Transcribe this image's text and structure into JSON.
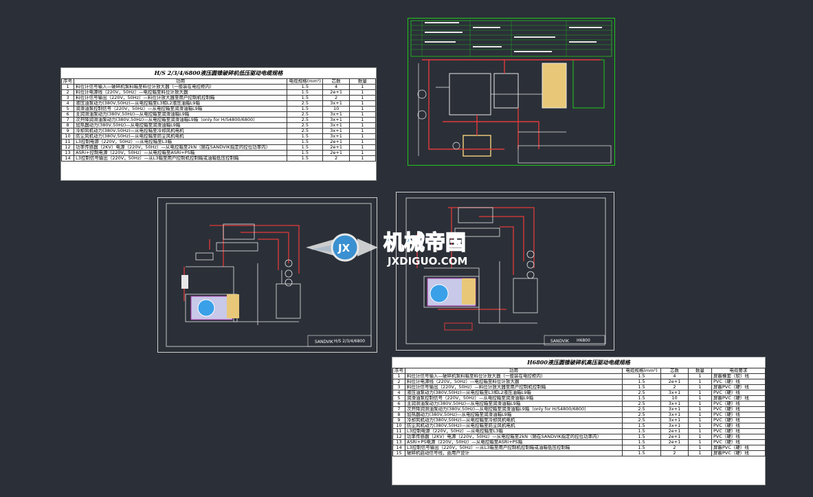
{
  "table_low": {
    "title": "H/S 2/3/4/6800液压圆锥破碎机低压驱动电缆规格",
    "headers": [
      "序号",
      "功用",
      "电缆规格(mm²)",
      "芯数",
      "数量"
    ],
    "rows": [
      [
        "1",
        "料位计信号输入—破碎机泵料箱至料位计放大器（一般装在电控柜内）",
        "1.5",
        "4",
        "1"
      ],
      [
        "2",
        "料位计电源线（220V，50Hz）—电控箱至料位计放大器",
        "1.5",
        "2e+1",
        "1"
      ],
      [
        "3",
        "料位计信号输出（220V，50Hz）—料位计放大器至用户控制机控制箱",
        "1.5",
        "2",
        "1"
      ],
      [
        "4",
        "液压油泵动力(380V,50Hz)—从电控箱至L3和L2液压油箱L9箱",
        "2.5",
        "3x+1",
        "1"
      ],
      [
        "5",
        "润滑油泵控制信号（220V，50Hz）—从电控箱至润滑油箱L9箱",
        "1.5",
        "10",
        "1"
      ],
      [
        "6",
        "主润滑油泵动力(380V,50Hz)—从电控箱至润滑油箱L9箱",
        "2.5",
        "3x+1",
        "1"
      ],
      [
        "7",
        "次开降润滑油泵动力(380V,50Hz)—从电控箱至润滑油箱L9箱（only for H/S4800/6800）",
        "2.5",
        "3x+1",
        "1"
      ],
      [
        "8",
        "加热器动力(380V,50Hz)—从电控箱至润滑油箱L9箱",
        "2.5",
        "3x+1",
        "1"
      ],
      [
        "9",
        "冷却风机动力(380V,50Hz)—从电控箱至冷却风机电机",
        "2.5",
        "3x+1",
        "1"
      ],
      [
        "10",
        "防尘风机动力(380V,50Hz)—从电控箱至防尘风机电机",
        "1.5",
        "3x+1",
        "1"
      ],
      [
        "11",
        "L3控制电源（220V，50Hz）—从电控箱至L3箱",
        "1.5",
        "2e+1",
        "1"
      ],
      [
        "12",
        "功率传感器（2KV）电源（220V，50Hz）—从电控箱至2kN（随在SANDVIK指定的控位功率内）",
        "1.5",
        "2e+1",
        "1"
      ],
      [
        "13",
        "ASRi+控制电源（220V，50Hz）—从电控箱至ASRi+PS箱",
        "1.5",
        "2e+1",
        "1"
      ],
      [
        "14",
        "L3控制信号输出（220V，50Hz）—从L3箱至用户控制机控制箱或油箱低压控制箱",
        "1.5",
        "2",
        "1"
      ]
    ]
  },
  "table_high": {
    "title": "H6800液压圆锥破碎机高压驱动电缆规格",
    "headers": [
      "序号",
      "功用",
      "电缆规格(mm²)",
      "芯数",
      "数量",
      "电缆要求"
    ],
    "rows": [
      [
        "1",
        "料位计信号输入—破碎机泵料箱至料位计放大器（一般装在电控柜内）",
        "1.5",
        "4",
        "1",
        "屏蔽橡套（软）线"
      ],
      [
        "2",
        "料位计电源线（220V，50Hz）—电控箱至料位计放大器",
        "1.5",
        "2e+1",
        "1",
        "PVC（硬）线"
      ],
      [
        "3",
        "料位计信号输出（220V，50Hz）—料位计放大器至用户控制机控制箱",
        "1.5",
        "2",
        "1",
        "屏蔽PVC（硬）线"
      ],
      [
        "4",
        "液压油泵动力(380V,50Hz)—从电控箱至L3和L2液压油箱L9箱",
        "2.5",
        "3x+1",
        "1",
        "PVC（硬）线"
      ],
      [
        "5",
        "润滑油泵控制信号（220V，50Hz）—从电控箱至润滑油箱L9箱",
        "1.5",
        "10",
        "1",
        "屏蔽PVC（硬）线"
      ],
      [
        "6",
        "主润滑油泵动力(380V,50Hz)—从电控箱至润滑油箱L9箱",
        "2.5",
        "3x+1",
        "1",
        "PVC（硬）线"
      ],
      [
        "7",
        "次开降润滑油泵动力(380V,50Hz)—从电控箱至润滑油箱L9箱（only for H/S4800/6800）",
        "2.5",
        "3x+1",
        "1",
        "PVC（硬）线"
      ],
      [
        "8",
        "加热器动力(380V,50Hz)—从电控箱至润滑油箱L9箱",
        "2.5",
        "3x+1",
        "1",
        "PVC（硬）线"
      ],
      [
        "9",
        "冷却风机动力(380V,50Hz)—从电控箱至冷却风机电机",
        "2.5",
        "3x+1",
        "1",
        "PVC（硬）线"
      ],
      [
        "10",
        "防尘风机动力(380V,50Hz)—从电控箱至防尘风机电机",
        "1.5",
        "3x+1",
        "1",
        "PVC（硬）线"
      ],
      [
        "11",
        "L3控制电源（220V，50Hz）—从电控箱至L3箱",
        "1.5",
        "2e+1",
        "1",
        "PVC（硬）线"
      ],
      [
        "12",
        "功率传感器（2KV）电源（220V，50Hz）—从电控箱至2kN（随在SANDVIK指定的控位功率内）",
        "1.5",
        "2e+1",
        "1",
        "PVC（硬）线"
      ],
      [
        "13",
        "ASRi+PS电源（220V，50Hz）—从电控箱至ASRi+PS箱",
        "1.5",
        "2e+1",
        "1",
        "PVC（硬）线"
      ],
      [
        "14",
        "L3控制信号输出（220V，50Hz）—从L3箱至用户控制机控制箱或油箱低压控制箱",
        "1.5",
        "2",
        "1",
        "屏蔽PVC（硬）线"
      ],
      [
        "15",
        "破碎机启动信号线，由用户设计",
        "1.5",
        "2",
        "1",
        "屏蔽PVC（硬）线"
      ]
    ]
  },
  "diagram_left": {
    "title_block": "H/S 2/3/4/6800",
    "brand": "SANDVIK"
  },
  "diagram_right": {
    "title_block": "H6800",
    "brand": "SANDVIK"
  },
  "watermark": {
    "cn": "机械帝国",
    "url": "JXDIGUO.COM",
    "badge": "JX"
  },
  "colors": {
    "background": "#2b3038",
    "wire_red": "#e23a3a",
    "wire_white": "#e8e8e8",
    "green_frame": "#22c81e",
    "accent_blue": "#3aa0e8"
  }
}
